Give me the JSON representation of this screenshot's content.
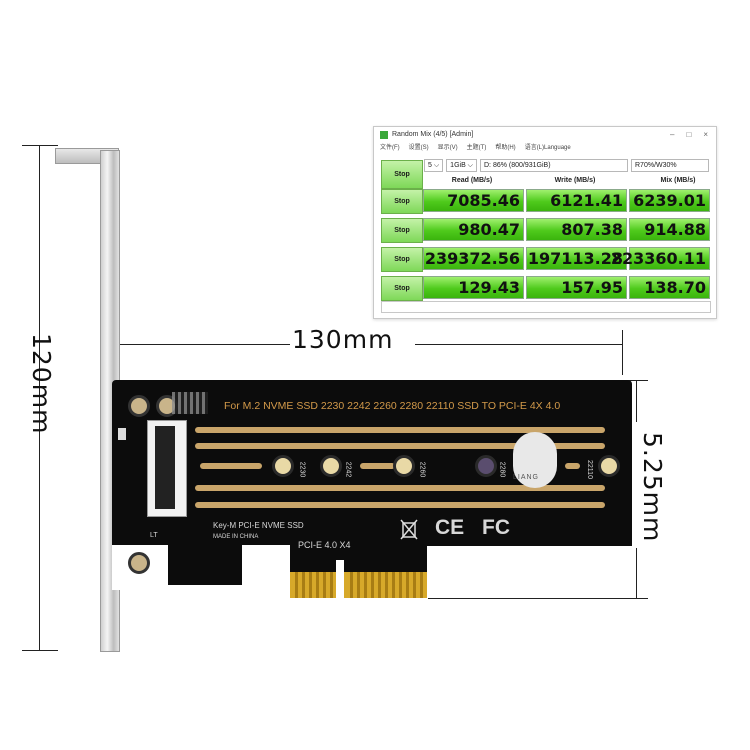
{
  "dimensions": {
    "height": "120mm",
    "length": "130mm",
    "pcb_height": "5.25mm"
  },
  "pcb": {
    "title": "For M.2 NVME SSD 2230 2242 2260 2280 22110 SSD TO PCI-E 4X 4.0",
    "sizes": [
      "2230",
      "2242",
      "2260",
      "2280",
      "22110"
    ],
    "key_label": "Key-M PCI-E NVME SSD",
    "made_in": "MADE IN CHINA",
    "pcie_label": "PCI-E 4.0  X4",
    "lt_label": "LT",
    "cert_ce": "CE",
    "cert_fc": "FC",
    "watermark": "LIANG"
  },
  "window": {
    "title": "Random Mix (4/5) [Admin]",
    "menu": [
      "文件(F)",
      "设置(S)",
      "显示(V)",
      "主题(T)",
      "帮助(H)",
      "语言(L)Language"
    ],
    "controls": [
      "–",
      "□",
      "×"
    ],
    "toolbar": {
      "count": "5",
      "size": "1GiB",
      "drive": "D: 86% (800/931GiB)",
      "mix": "R70%/W30%"
    },
    "columns": [
      "Read (MB/s)",
      "Write (MB/s)",
      "Mix (MB/s)"
    ],
    "main_stop": "Stop",
    "rows": [
      {
        "stop": "Stop",
        "read": "7085.46",
        "write": "6121.41",
        "mix": "6239.01"
      },
      {
        "stop": "Stop",
        "read": "980.47",
        "write": "807.38",
        "mix": "914.88"
      },
      {
        "stop": "Stop",
        "read": "239372.56",
        "write": "197113.28",
        "mix": "223360.11"
      },
      {
        "stop": "Stop",
        "read": "129.43",
        "write": "157.95",
        "mix": "138.70"
      }
    ]
  },
  "colors": {
    "pcb": "#0c0c0c",
    "gold": "#d7a92a",
    "bench_green": "#4fca1c"
  }
}
